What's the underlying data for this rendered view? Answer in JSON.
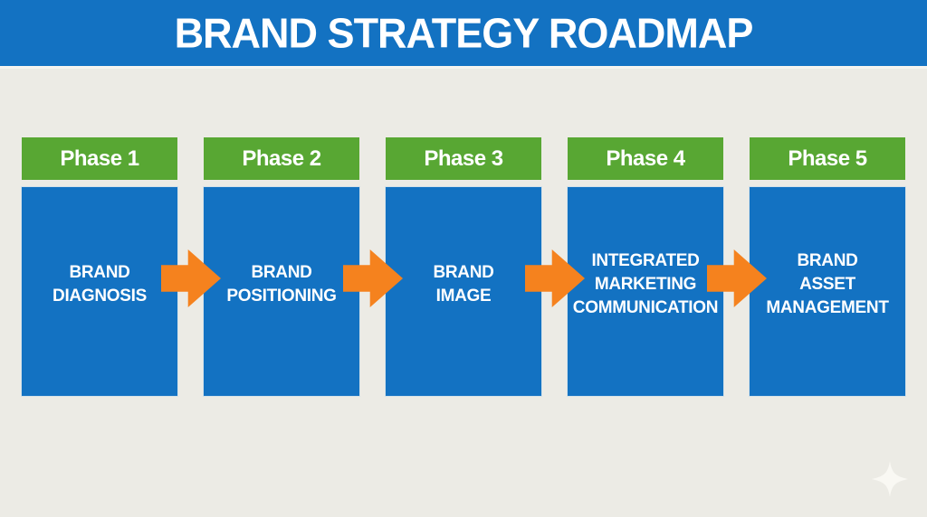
{
  "title": "BRAND STRATEGY ROADMAP",
  "phases": [
    {
      "label": "Phase 1",
      "box_lines": [
        "BRAND",
        "DIAGNOSIS"
      ]
    },
    {
      "label": "Phase 2",
      "box_lines": [
        "BRAND",
        "POSITIONING"
      ]
    },
    {
      "label": "Phase 3",
      "box_lines": [
        "BRAND",
        "IMAGE"
      ]
    },
    {
      "label": "Phase 4",
      "box_lines": [
        "INTEGRATED",
        "MARKETING",
        "COMMUNICATION"
      ]
    },
    {
      "label": "Phase 5",
      "box_lines": [
        "BRAND",
        "ASSET",
        "MANAGEMENT"
      ]
    }
  ],
  "icons": {
    "arrow": "right-block-arrow",
    "sparkle": "four-point-star"
  },
  "colors": {
    "title_bar_blue": "#1372C2",
    "box_blue": "#1372C2",
    "phase_green": "#58A733",
    "arrow_orange": "#F5821E",
    "background": "#ECEBE5",
    "text": "#FFFFFF",
    "sparkle": "#FBFAF5"
  }
}
